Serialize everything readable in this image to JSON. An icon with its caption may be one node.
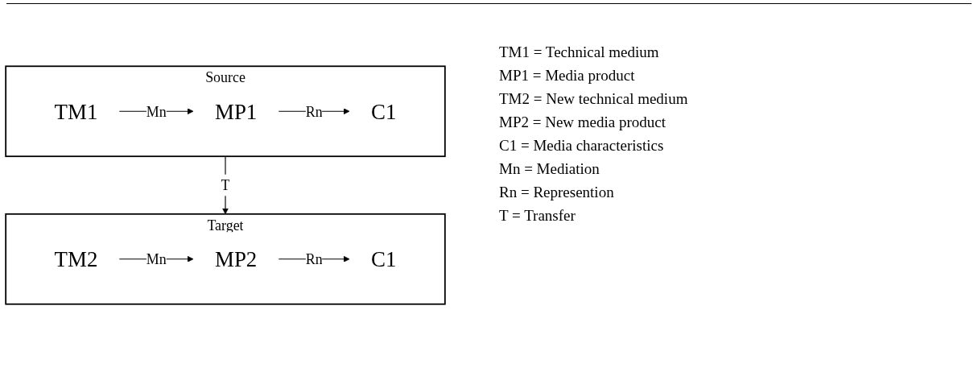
{
  "diagram": {
    "nodes": [
      {
        "text": [
          "Source"
        ]
      },
      {
        "text": [
          "TM1"
        ],
        "in": 0
      },
      {
        "text": [
          "MP1"
        ],
        "in": 0
      },
      {
        "text": [
          "C1"
        ],
        "in": 0
      },
      {
        "text": [
          "Target"
        ]
      },
      {
        "text": [
          "TM2"
        ],
        "in": 4
      },
      {
        "text": [
          "MP2"
        ],
        "in": 4
      },
      {
        "text": [
          "C1"
        ],
        "in": 4
      }
    ],
    "edges": [
      {
        "from": 1,
        "to": 2,
        "arrow": "to",
        "label": "Mn"
      },
      {
        "from": 2,
        "to": 3,
        "arrow": "to",
        "label": "Rn"
      },
      {
        "from": 0,
        "to": 4,
        "arrow": "to",
        "label": "T"
      },
      {
        "from": 5,
        "to": 6,
        "arrow": "to",
        "label": "Mn"
      },
      {
        "from": 6,
        "to": 7,
        "arrow": "to",
        "label": "Rn"
      }
    ],
    "labels": [
      "TM1 = Technical medium",
      "MP1 = Media product",
      "TM2 = New technical medium",
      "MP2 = New media product",
      "C1 = Media characteristics",
      "Mn = Mediation",
      "Rn = Represention",
      "T = Transfer"
    ]
  }
}
